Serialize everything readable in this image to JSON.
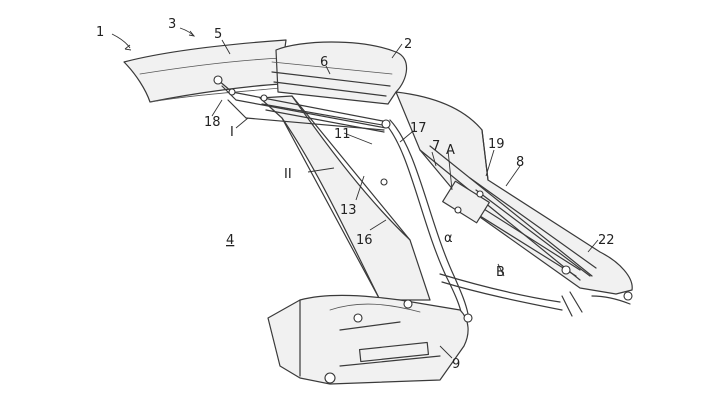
{
  "figure": {
    "reference_labels": [
      {
        "id": "ref-1",
        "text": "1"
      },
      {
        "id": "ref-2",
        "text": "2"
      },
      {
        "id": "ref-3",
        "text": "3"
      },
      {
        "id": "ref-4",
        "text": "4"
      },
      {
        "id": "ref-5",
        "text": "5"
      },
      {
        "id": "ref-6",
        "text": "6"
      },
      {
        "id": "ref-7",
        "text": "7"
      },
      {
        "id": "ref-8",
        "text": "8"
      },
      {
        "id": "ref-9",
        "text": "9"
      },
      {
        "id": "ref-11",
        "text": "11"
      },
      {
        "id": "ref-13",
        "text": "13"
      },
      {
        "id": "ref-16",
        "text": "16"
      },
      {
        "id": "ref-17",
        "text": "17"
      },
      {
        "id": "ref-18",
        "text": "18"
      },
      {
        "id": "ref-19",
        "text": "19"
      },
      {
        "id": "ref-22",
        "text": "22"
      },
      {
        "id": "ref-I",
        "text": "I"
      },
      {
        "id": "ref-II",
        "text": "II"
      },
      {
        "id": "ref-A",
        "text": "A"
      },
      {
        "id": "ref-B",
        "text": "B"
      },
      {
        "id": "ref-alpha",
        "text": "α"
      }
    ]
  }
}
